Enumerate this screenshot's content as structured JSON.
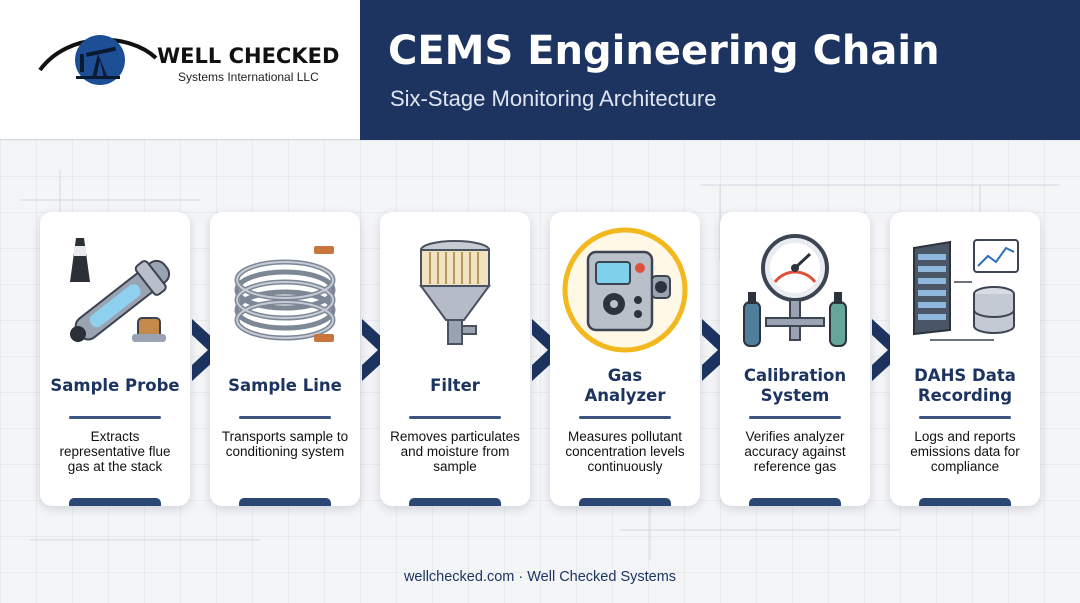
{
  "header": {
    "brand_name": "WELL CHECKED",
    "brand_sub": "Systems International LLC",
    "title": "CEMS Engineering Chain",
    "subtitle": "Six-Stage Monitoring Architecture"
  },
  "colors": {
    "navy": "#1d3461",
    "highlight": "#f2b81e",
    "card_bg": "#ffffff"
  },
  "stages": [
    {
      "title": "Sample Probe",
      "description": "Extracts representative flue gas at the stack",
      "icon": "sample-probe-icon"
    },
    {
      "title": "Sample Line",
      "description": "Transports sample to conditioning system",
      "icon": "coiled-tube-icon"
    },
    {
      "title": "Filter",
      "description": "Removes particulates and moisture from sample",
      "icon": "filter-funnel-icon"
    },
    {
      "title": "Gas Analyzer",
      "description": "Measures pollutant concentration levels continuously",
      "icon": "gas-analyzer-icon",
      "highlighted": true
    },
    {
      "title": "Calibration System",
      "description": "Verifies analyzer accuracy against reference gas",
      "icon": "calibration-gauge-icon"
    },
    {
      "title": "DAHS Data Recording",
      "description": "Logs and reports emissions data for compliance",
      "icon": "server-database-icon"
    }
  ],
  "footer": "wellchecked.com · Well Checked Systems"
}
